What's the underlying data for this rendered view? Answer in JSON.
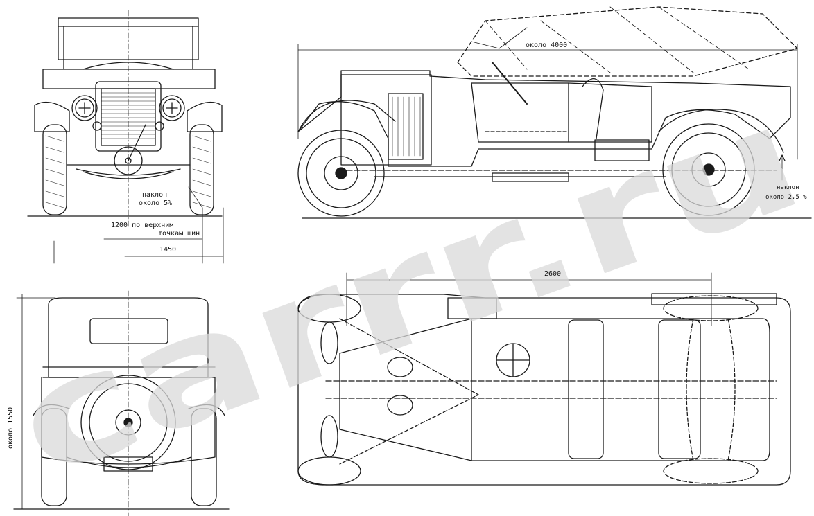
{
  "drawing": {
    "line_color": "#1a1a1a",
    "watermark_color": "#d9d9d9",
    "watermark_text": "carrr.ru",
    "front_view": {
      "tilt_label_1": "наклон",
      "tilt_label_2": "около 5%",
      "track_top_label_1": "1200 по верхним",
      "track_top_label_2": "точкам шин",
      "track_label": "1450"
    },
    "side_view": {
      "length_label": "около 4000",
      "tilt_label_1": "наклон",
      "tilt_label_2": "около 2,5 %"
    },
    "top_view": {
      "wheelbase_label": "2600"
    },
    "rear_view": {
      "height_label": "около 1550"
    }
  }
}
